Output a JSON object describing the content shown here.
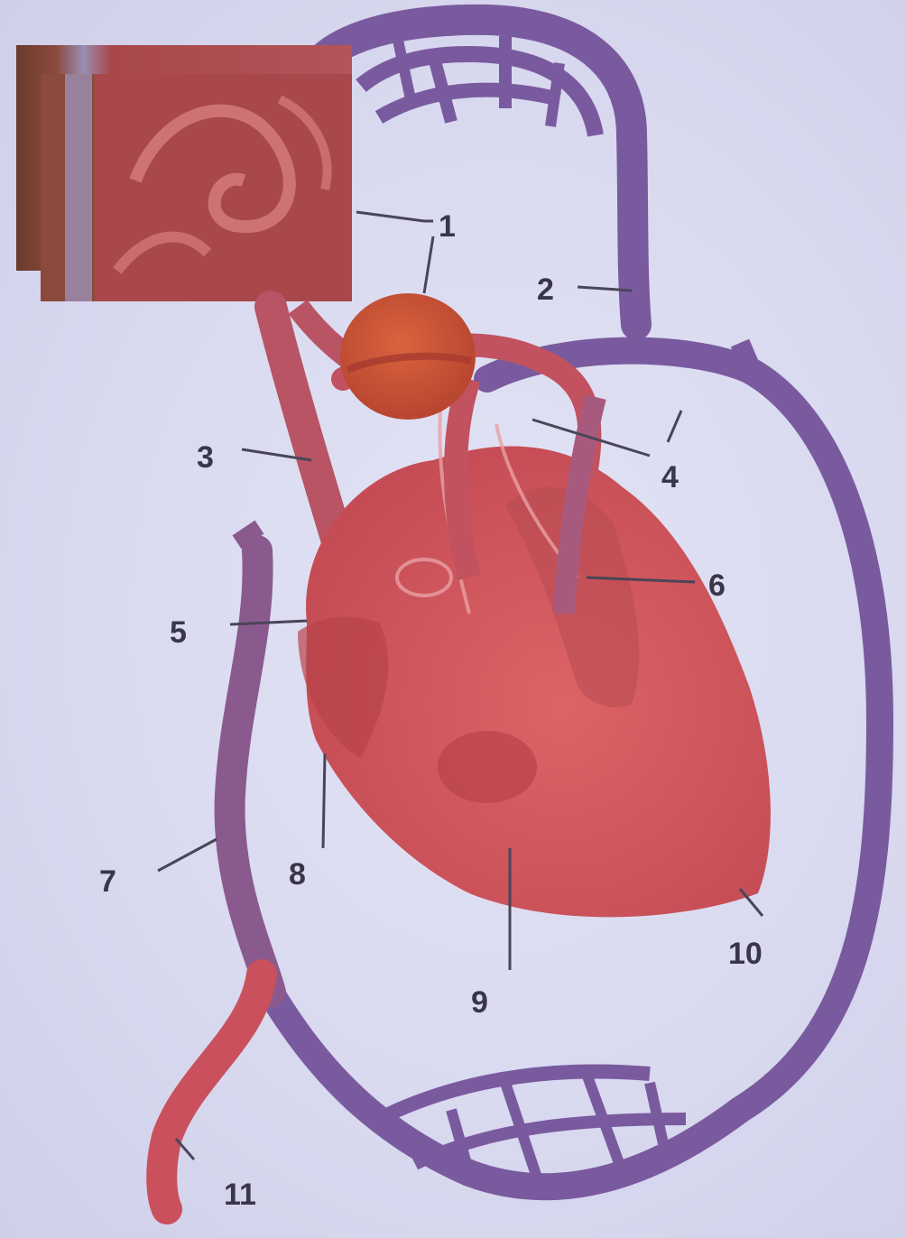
{
  "labels": {
    "l1": "1",
    "l2": "2",
    "l3": "3",
    "l4": "4",
    "l5": "5",
    "l6": "6",
    "l7": "7",
    "l8": "8",
    "l9": "9",
    "l10": "10",
    "l11": "11"
  },
  "colors": {
    "vein": "#7a5a9e",
    "artery": "#c9505c",
    "heart": "#d35a5c",
    "heart_dark": "#b8434a",
    "intestine": "#a8484c",
    "liver": "#c8503a",
    "leader": "#4a4558"
  }
}
